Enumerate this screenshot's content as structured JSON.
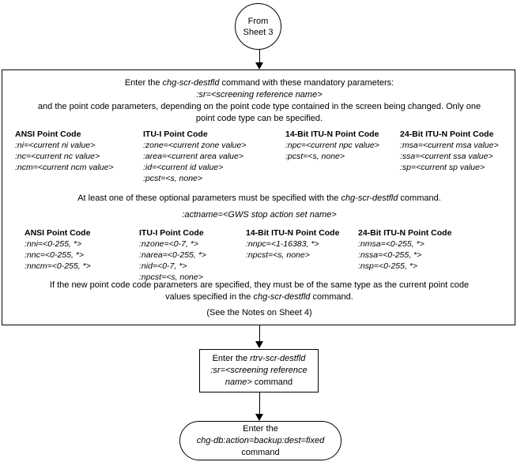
{
  "connector_start": {
    "line1": "From",
    "line2": "Sheet 3"
  },
  "main_box": {
    "intro_line1_pre": "Enter the ",
    "intro_line1_cmd": "chg-scr-destfld",
    "intro_line1_post": " command with these mandatory parameters:",
    "intro_line2": ":sr=<screening reference name>",
    "intro_line3": "and the point code parameters, depending on the point code type contained in the screen being changed. Only one",
    "intro_line4": "point code type can be specified.",
    "mandatory_groups": [
      {
        "header": "ANSI Point Code",
        "lines": [
          ":ni=<current ni value>",
          ":nc=<current nc value>",
          ":ncm=<current ncm value>"
        ]
      },
      {
        "header": "ITU-I Point Code",
        "lines": [
          ":zone=<current zone value>",
          ":area=<current area value>",
          ":id=<current id value>",
          ":pcst=<s, none>"
        ]
      },
      {
        "header": "14-Bit ITU-N Point Code",
        "lines": [
          ":npc=<current npc value>",
          ":pcst=<s, none>"
        ]
      },
      {
        "header": "24-Bit ITU-N Point Code",
        "lines": [
          ":msa=<current msa value>",
          ":ssa=<current ssa value>",
          ":sp=<current sp value>"
        ]
      }
    ],
    "optional_intro_pre": "At least one of these optional parameters must be specified with the ",
    "optional_intro_cmd": "chg-scr-destfld",
    "optional_intro_post": " command.",
    "optional_actname": ":actname=<GWS stop action set name>",
    "optional_groups": [
      {
        "header": "ANSI Point Code",
        "lines": [
          ":nni=<0-255, *>",
          ":nnc=<0-255, *>",
          ":nncm=<0-255, *>"
        ]
      },
      {
        "header": "ITU-I Point Code",
        "lines": [
          ":nzone=<0-7, *>",
          ":narea=<0-255, *>",
          ":nid=<0-7, *>",
          ":npcst=<s, none>"
        ]
      },
      {
        "header": "14-Bit ITU-N Point Code",
        "lines": [
          ":nnpc=<1-16383, *>",
          ":npcst=<s, none>"
        ]
      },
      {
        "header": "24-Bit ITU-N Point Code",
        "lines": [
          ":nmsa=<0-255, *>",
          ":nssa=<0-255, *>",
          ":nsp=<0-255, *>"
        ]
      }
    ],
    "footer_line1": "If the new point code code parameters are specified, they must be of the same type as the current point code",
    "footer_line2_pre": "values specified in the ",
    "footer_line2_cmd": "chg-scr-destfld",
    "footer_line2_post": " command.",
    "footer_note": "(See the Notes on Sheet 4)"
  },
  "rtrv_box": {
    "line1_pre": "Enter the ",
    "line1_cmd": "rtrv-scr-destfld",
    "line2": ":sr=<screening reference",
    "line3_cmd": "name>",
    "line3_post": " command"
  },
  "backup_box": {
    "line1": "Enter the",
    "line2_cmd": "chg-db:action=backup:dest=fixed",
    "line3": "command"
  },
  "colors": {
    "stroke": "#000000",
    "background": "#ffffff"
  }
}
